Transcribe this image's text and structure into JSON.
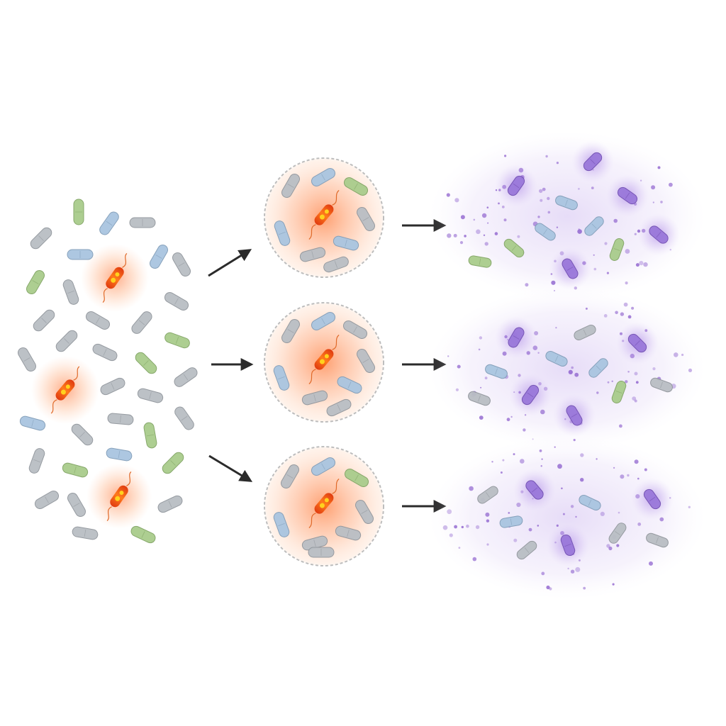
{
  "palette": {
    "background": "#ffffff",
    "bacteria_gray": "#b9bec4",
    "bacteria_blue": "#a9c5e0",
    "bacteria_green": "#a9cc8c",
    "glow_orange": "#ff8a4c",
    "cell_orange": "#f0561c",
    "cell_orange_core": "#ffd21e",
    "glow_purple": "#a07ad8",
    "cell_purple": "#8a5ccc",
    "arrow": "#2b2b2b",
    "circle_border": "#bdbdbd"
  },
  "stages": [
    {
      "key": "mixed_population",
      "icon": "mixed-bacteria-population-icon"
    },
    {
      "key": "isolated_samples",
      "icon": "isolated-sample-circle-icon"
    },
    {
      "key": "expanded_cultures",
      "icon": "purple-culture-cloud-icon"
    }
  ]
}
